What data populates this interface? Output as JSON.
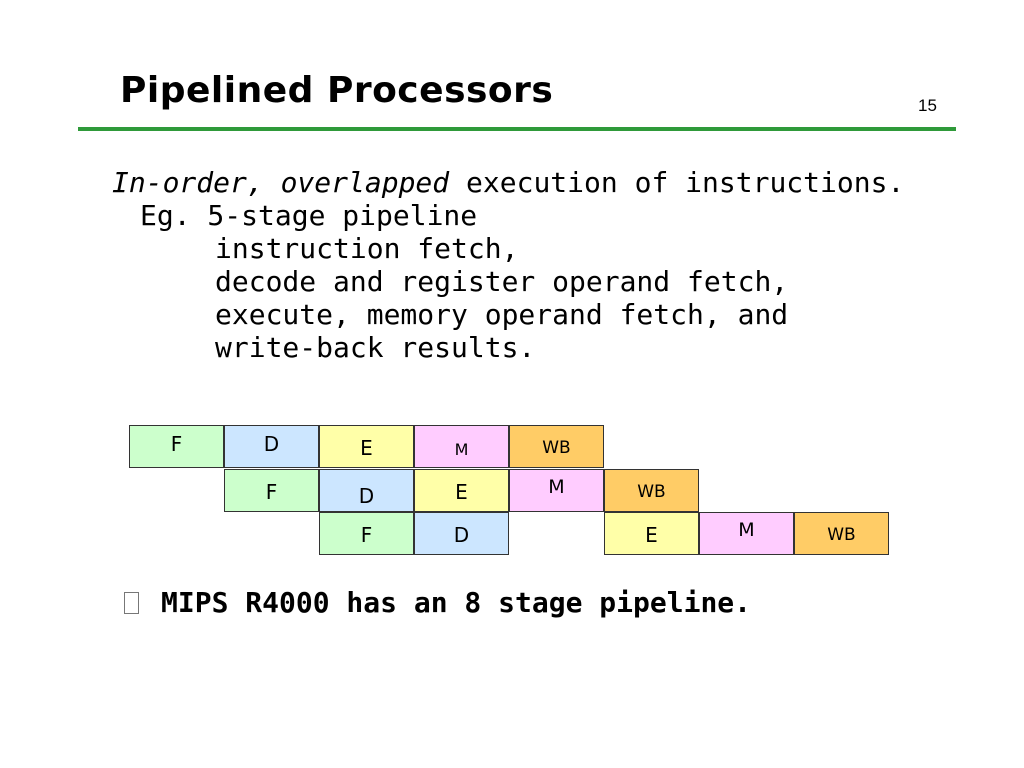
{
  "slide": {
    "title": "Pipelined Processors",
    "page_number": "15"
  },
  "body": {
    "line1_italic": "In-order, overlapped",
    "line1_rest": " execution of instructions.",
    "line2": "Eg. 5-stage pipeline",
    "line3": "instruction fetch,",
    "line4": "decode and register operand fetch,",
    "line5": "execute, memory operand fetch, and",
    "line6": "write-back results."
  },
  "pipeline": {
    "colors": {
      "F": "#ccffcc",
      "D": "#cce6ff",
      "E": "#ffffa8",
      "M": "#ffccff",
      "WB": "#ffcc66"
    },
    "rows": [
      {
        "cells": [
          {
            "label": "F",
            "stage": "F"
          },
          {
            "label": "D",
            "stage": "D"
          },
          {
            "label": "E",
            "stage": "E"
          },
          {
            "label": "M",
            "stage": "M"
          },
          {
            "label": "WB",
            "stage": "WB"
          }
        ]
      },
      {
        "cells": [
          {
            "label": "F",
            "stage": "F"
          },
          {
            "label": "D",
            "stage": "D"
          },
          {
            "label": "E",
            "stage": "E"
          },
          {
            "label": "M",
            "stage": "M"
          },
          {
            "label": "WB",
            "stage": "WB"
          }
        ]
      },
      {
        "cells": [
          {
            "label": "F",
            "stage": "F"
          },
          {
            "label": "D",
            "stage": "D"
          },
          {
            "label": "E",
            "stage": "E"
          },
          {
            "label": "M",
            "stage": "M"
          },
          {
            "label": "WB",
            "stage": "WB"
          }
        ]
      }
    ]
  },
  "bullet": {
    "text": "MIPS R4000 has an 8 stage pipeline."
  }
}
